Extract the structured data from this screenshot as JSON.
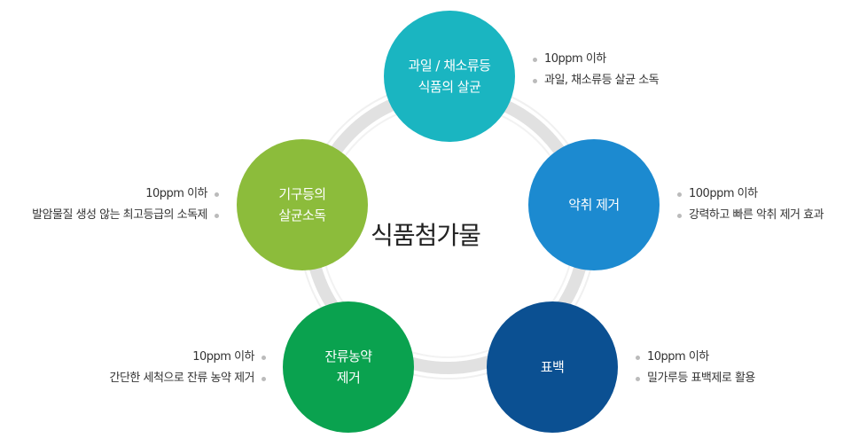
{
  "center_title": "식품첨가물",
  "colors": {
    "ring": "#e1e1e1",
    "fruit": "#1ab5c1",
    "odor": "#1c8ad0",
    "bleach": "#0b5092",
    "pesticide": "#0aa24f",
    "utensil": "#8cbc3b"
  },
  "nodes": {
    "fruit": {
      "line1": "과일 / 채소류등",
      "line2": "식품의 살균"
    },
    "odor": {
      "line1": "악취 제거",
      "line2": ""
    },
    "bleach": {
      "line1": "표백",
      "line2": ""
    },
    "pesticide": {
      "line1": "잔류농약",
      "line2": "제거"
    },
    "utensil": {
      "line1": "기구등의",
      "line2": "살균소독"
    }
  },
  "notes": {
    "fruit": [
      "10ppm 이하",
      "과일, 채소류등 살균 소독"
    ],
    "odor": [
      "100ppm 이하",
      "강력하고 빠른 악취 제거 효과"
    ],
    "bleach": [
      "10ppm 이하",
      "밀가루등 표백제로 활용"
    ],
    "pesticide": [
      "10ppm 이하",
      "간단한 세척으로 잔류 농약 제거"
    ],
    "utensil": [
      "10ppm 이하",
      "발암물질 생성 않는 최고등급의 소독제"
    ]
  }
}
